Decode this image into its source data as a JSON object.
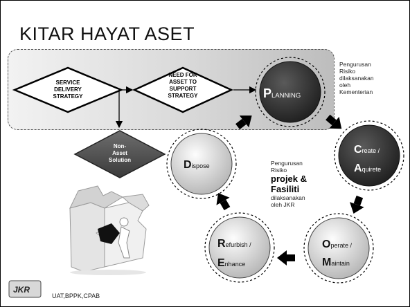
{
  "title": "KITAR HAYAT ASET",
  "diamonds": {
    "service": [
      "SERVICE",
      "DELIVERY",
      "STRATEGY"
    ],
    "need": [
      "NEED FOR",
      "ASSET TO",
      "SUPPORT",
      "STRATEGY"
    ],
    "non_asset": [
      "Non-",
      "Asset",
      "Solution"
    ]
  },
  "stages": {
    "planning": {
      "initial": "P",
      "rest": "LANNING"
    },
    "create": {
      "initial1": "C",
      "rest1": "reate /",
      "initial2": "A",
      "rest2": "quirete"
    },
    "operate": {
      "initial1": "O",
      "rest1": "perate /",
      "initial2": "M",
      "rest2": "aintain"
    },
    "refurbish": {
      "initial1": "R",
      "rest1": "efurbish /",
      "initial2": "E",
      "rest2": "nhance"
    },
    "dispose": {
      "initial": "D",
      "rest": "ispose"
    }
  },
  "side_note": [
    "Pengurusan",
    "Risiko",
    "dilaksanakan",
    "oleh",
    "Kementerian"
  ],
  "mid_note": {
    "line1": "Pengurusan",
    "line2": "Risiko",
    "bold1": "projek &",
    "bold2": "Fasiliti",
    "line3": "dilaksanakan",
    "line4": "oleh JKR"
  },
  "logo_text": "JKR",
  "footer": "UAT,BPPK,CPAB",
  "colors": {
    "dark_circle": "#2b2b2b",
    "light_circle": "#d9d9d9",
    "band": "#cfcfcf"
  }
}
